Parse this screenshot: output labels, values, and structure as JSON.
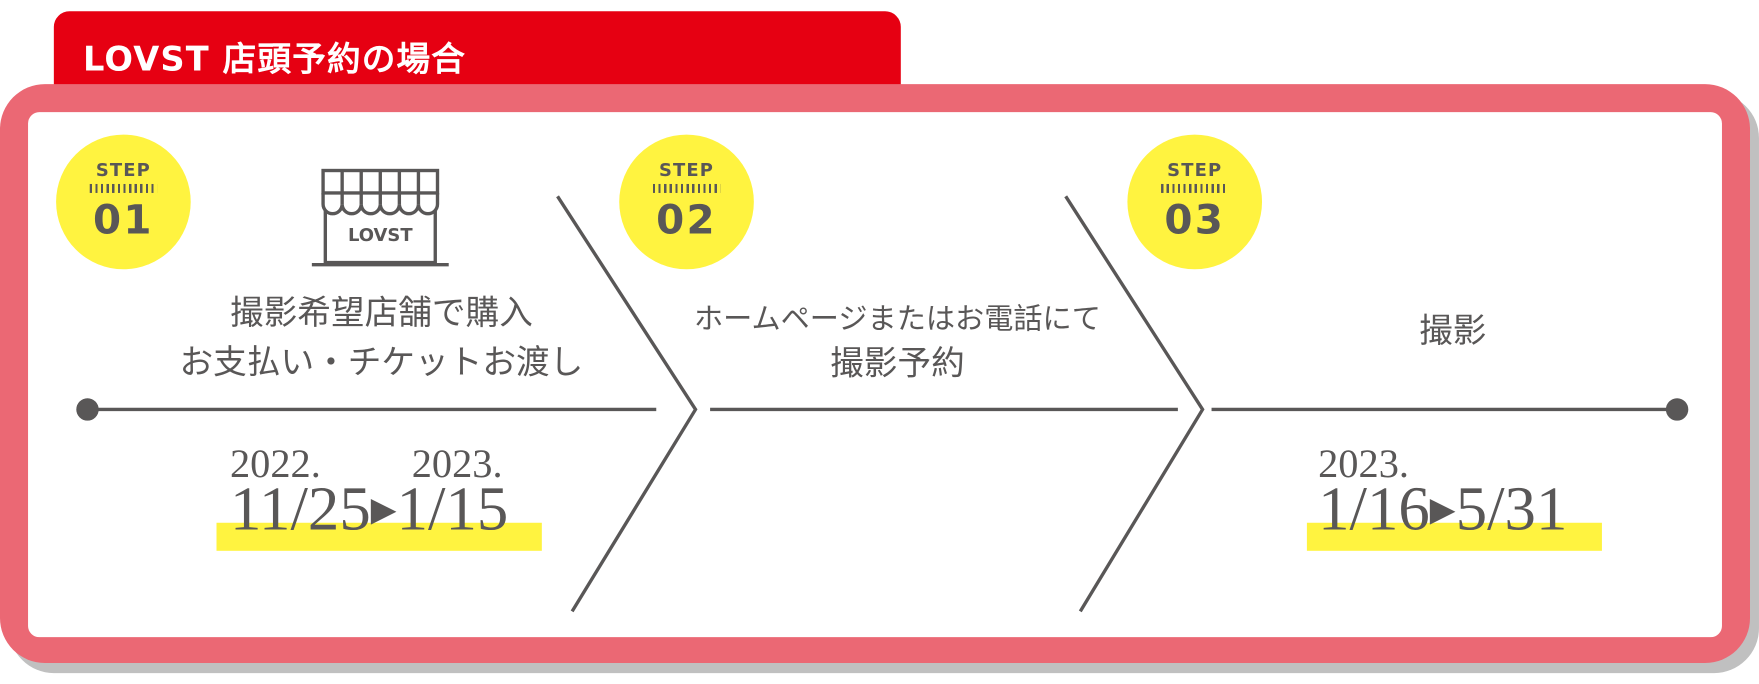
{
  "header": {
    "title": "LOVST 店頭予約の場合"
  },
  "steps": [
    {
      "label": "STEP",
      "number": "01",
      "store_sign": "LOVST",
      "text_lines": [
        "撮影希望店舗で購入",
        "お支払い・チケットお渡し"
      ],
      "date": {
        "start_year": "2022.",
        "start": "11/25",
        "end_year": "2023.",
        "end": "1/15",
        "arrow": "▶"
      }
    },
    {
      "label": "STEP",
      "number": "02",
      "text_lines": [
        "ホームページまたはお電話にて",
        "撮影予約"
      ]
    },
    {
      "label": "STEP",
      "number": "03",
      "text_lines": [
        "撮影"
      ],
      "date": {
        "year": "2023.",
        "start": "1/16",
        "end": "5/31",
        "arrow": "▶"
      }
    }
  ],
  "colors": {
    "red": "#e60012",
    "pink": "#eb6874",
    "yellow": "#fff340",
    "text": "#595757"
  }
}
